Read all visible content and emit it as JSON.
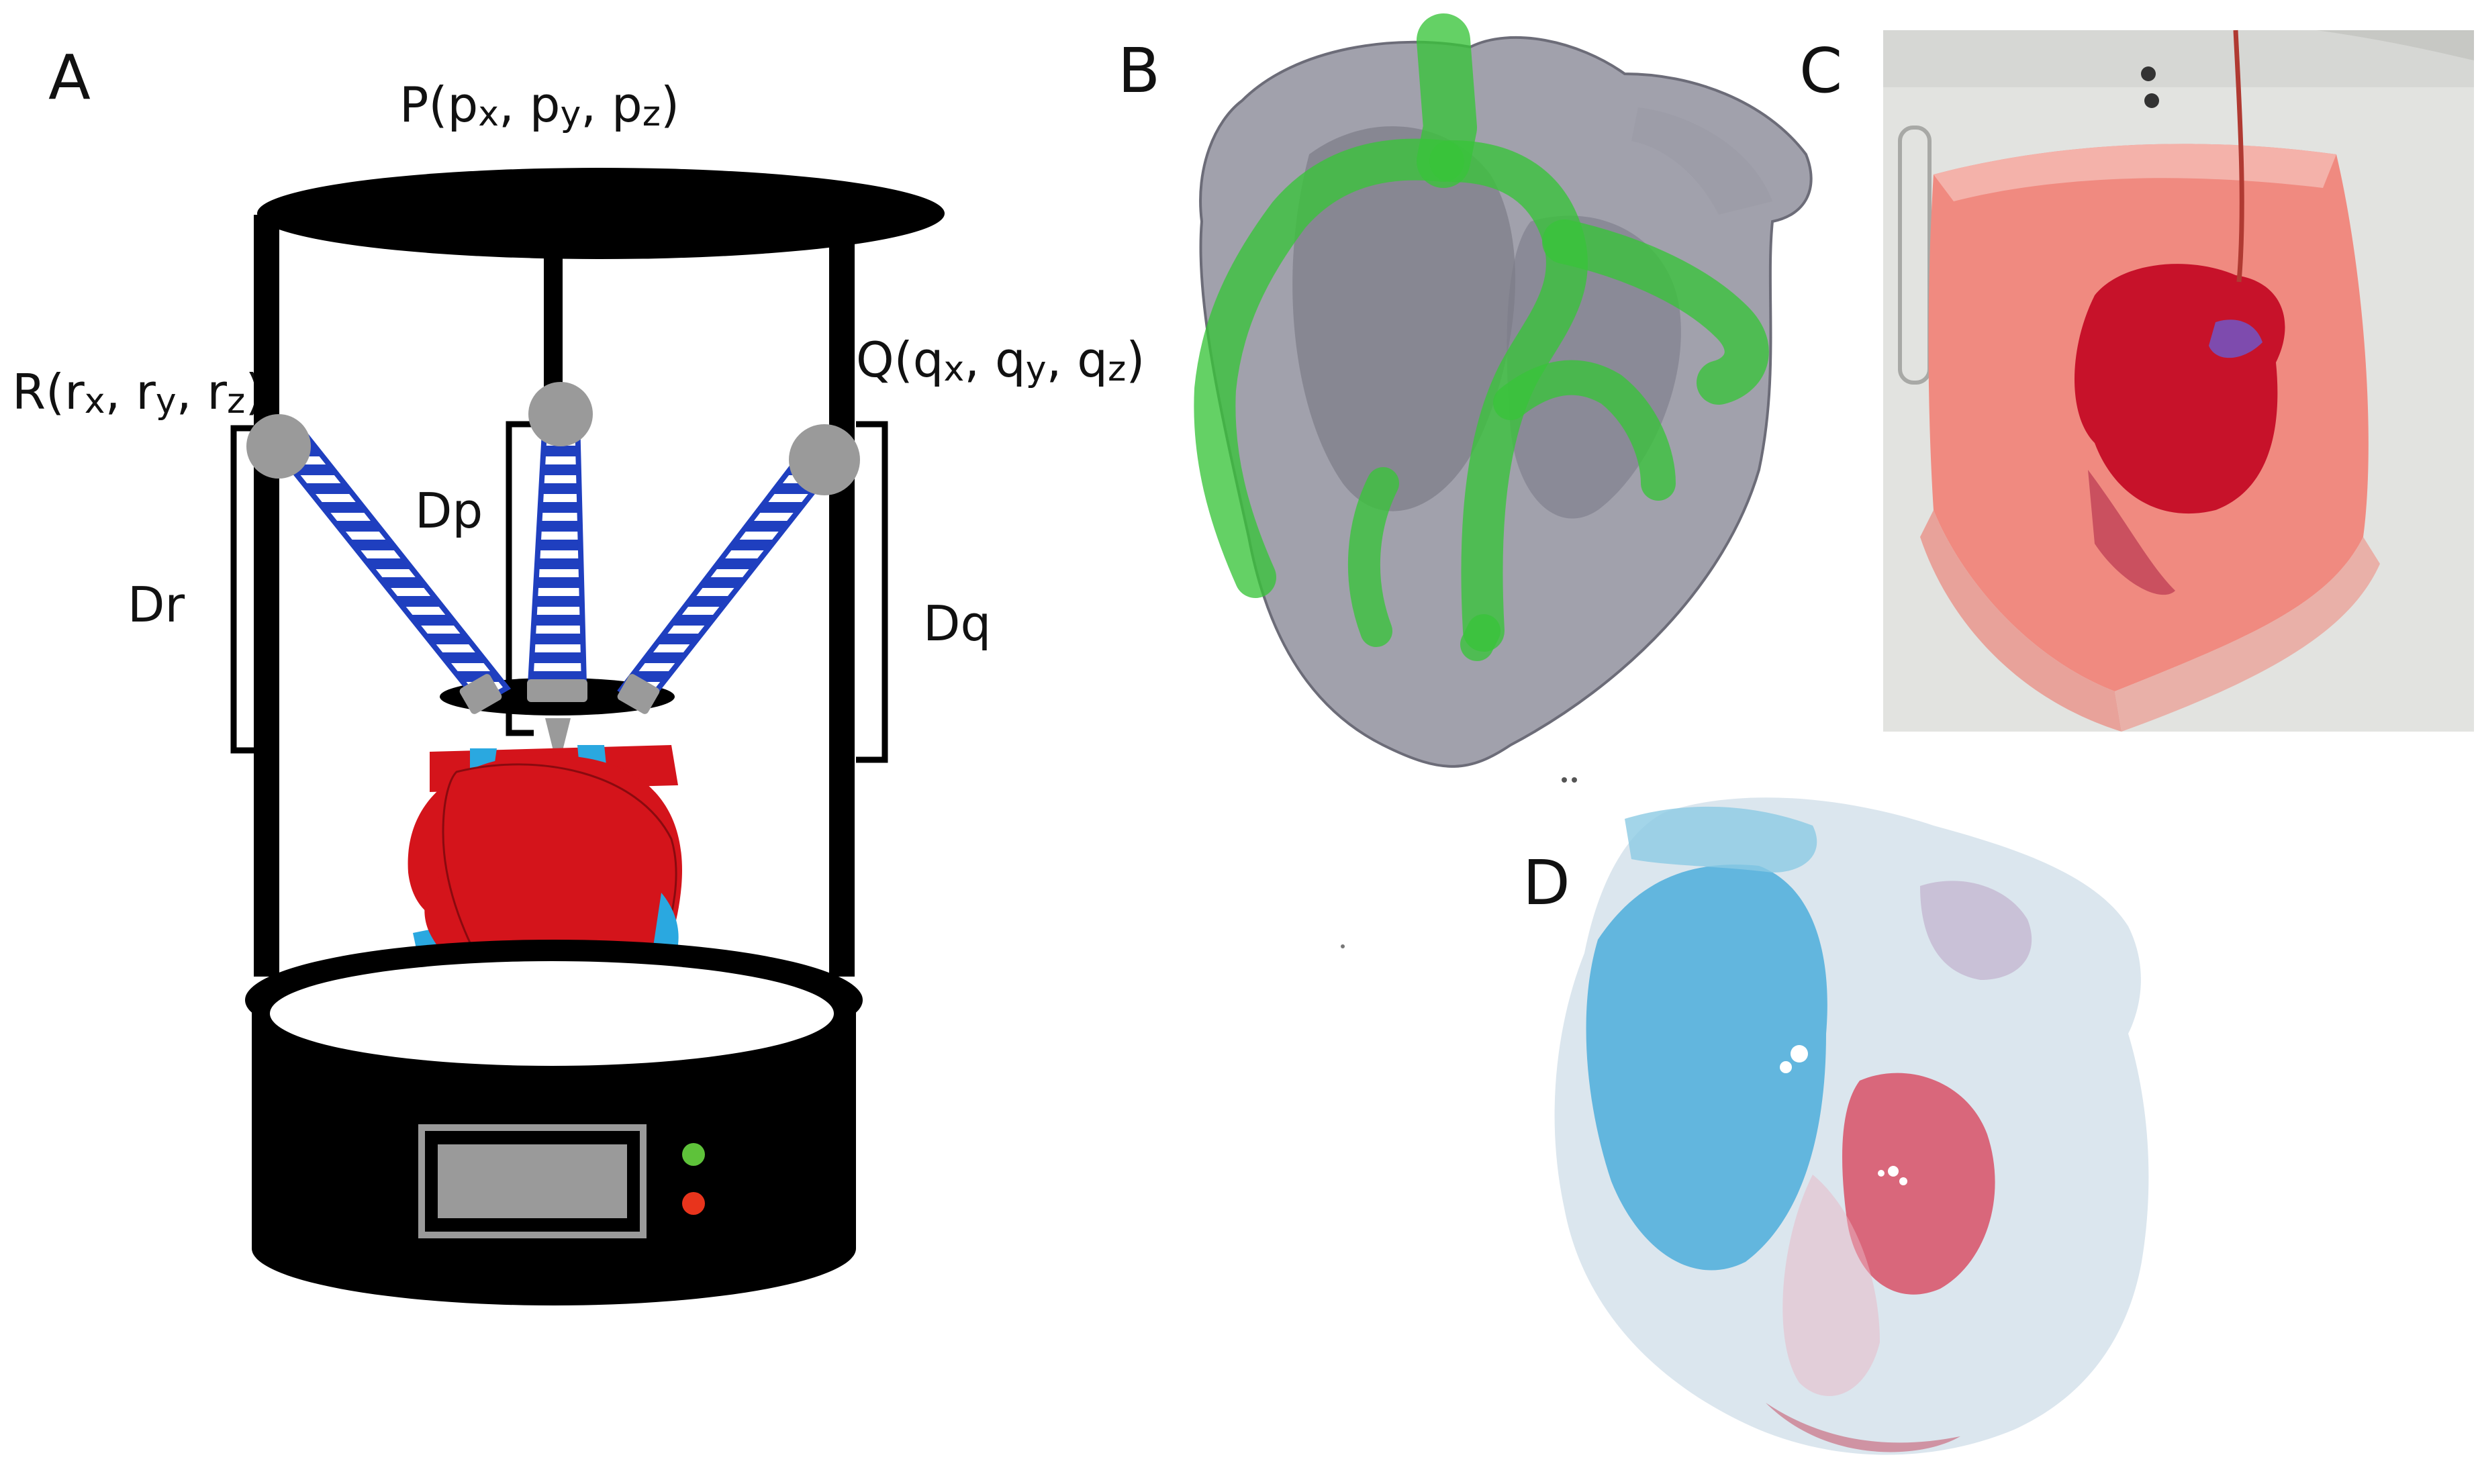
{
  "panels": {
    "a": "A",
    "b": "B",
    "c": "C",
    "d": "D"
  },
  "printer": {
    "p": {
      "base": "P(p",
      "s1": "x",
      "m1": ", p",
      "s2": "y",
      "m2": ", p",
      "s3": "z",
      "end": ")"
    },
    "q": {
      "base": "Q(q",
      "s1": "x",
      "m1": ", q",
      "s2": "y",
      "m2": ", q",
      "s3": "z",
      "end": ")"
    },
    "r": {
      "base": "R(r",
      "s1": "x",
      "m1": ", r",
      "s2": "y",
      "m2": ", r",
      "s3": "z",
      "end": ")"
    },
    "dp": "Dp",
    "dq": "Dq",
    "dr": "Dr"
  },
  "colors": {
    "frame": "#000000",
    "arm": "#1f3fbf",
    "joint": "#9a9a9a",
    "heart_red": "#d4141b",
    "vessel_blue": "#2aa8e0",
    "status_green": "#5ec23a",
    "status_red": "#e8341c",
    "vessel_green": "#39c43a",
    "heart_gray": "#8c8c9a"
  }
}
